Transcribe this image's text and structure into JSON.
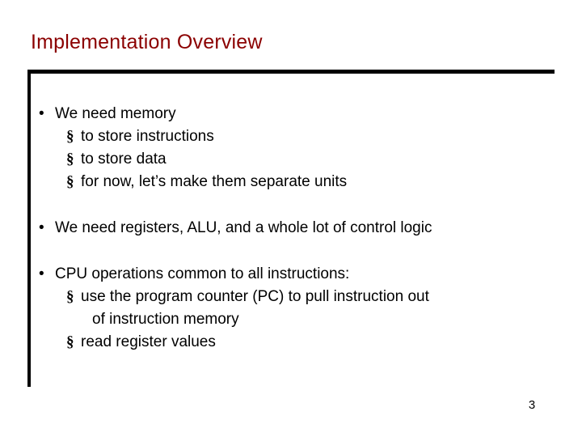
{
  "slide": {
    "title": "Implementation Overview",
    "page_number": "3",
    "bullet_glyph_level1": "•",
    "bullet_glyph_level2": "§",
    "blocks": [
      {
        "lead": "We need memory",
        "subs": [
          "to store instructions",
          "to store data",
          "for now, let’s make them separate units"
        ]
      },
      {
        "lead": "We need registers, ALU, and a whole lot of control logic",
        "subs": []
      },
      {
        "lead": "CPU operations common to all instructions:",
        "subs": [
          "use the program counter (PC) to pull instruction out",
          "read register values"
        ],
        "continuation": "of instruction memory"
      }
    ]
  },
  "theme": {
    "title_color": "#8b0000",
    "rule_color": "#000000",
    "text_color": "#000000",
    "background": "#ffffff"
  }
}
